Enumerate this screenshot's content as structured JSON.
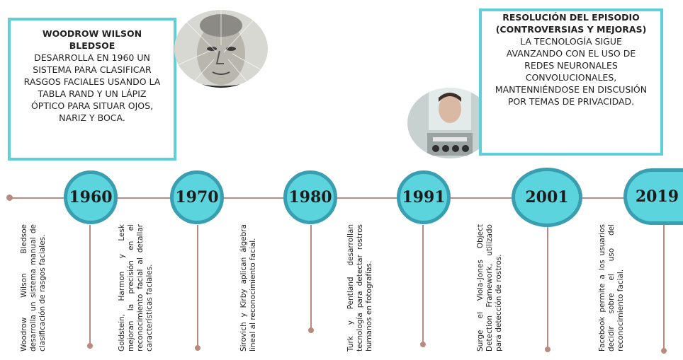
{
  "card_left": {
    "title": "WOODROW WILSON BLEDSOE",
    "body": "DESARROLLA EN 1960 UN SISTEMA PARA CLASIFICAR RASGOS FACIALES USANDO LA TABLA RAND Y UN LÁPIZ ÓPTICO PARA SITUAR OJOS, NARIZ Y BOCA."
  },
  "card_right": {
    "title": "RESOLUCIÓN DEL EPISODIO (CONTROVERSIAS Y MEJORAS)",
    "body": "LA TECNOLOGÍA SIGUE AVANZANDO CON EL USO DE REDES NEURONALES CONVOLUCIONALES, MANTENNIÉNDOSE EN DISCUSIÓN POR TEMAS DE PRIVACIDAD."
  },
  "colors": {
    "accent_cyan": "#5bd4dd",
    "accent_border": "#3a9eb1",
    "line": "#b98b7e",
    "card_border": "#5fd0d8"
  },
  "timeline": [
    {
      "year": "1960",
      "text": "Woodrow Wilson Bledsoe desarrolla un sistema manual de clasificación de rasgos faciales."
    },
    {
      "year": "1970",
      "text": "Goldstein, Harmon y Lesk mejoran la precisión en el reconocimiento facial al detallar características faciales."
    },
    {
      "year": "1980",
      "text": "Sirovich y Kirby aplican álgebra lineal al reconocimiento facial."
    },
    {
      "year": "1991",
      "text": "Turk y Pentland desarrollan tecnología para detectar rostros humanos en fotografías."
    },
    {
      "year": "2001",
      "text": "Surge el Viola-Jones Object Detection Framework, utilizado para detección de rostros."
    },
    {
      "year": "2019",
      "text": "Facebook permite a los usuarios decidir sobre el uso del reconocimiento facial."
    }
  ]
}
